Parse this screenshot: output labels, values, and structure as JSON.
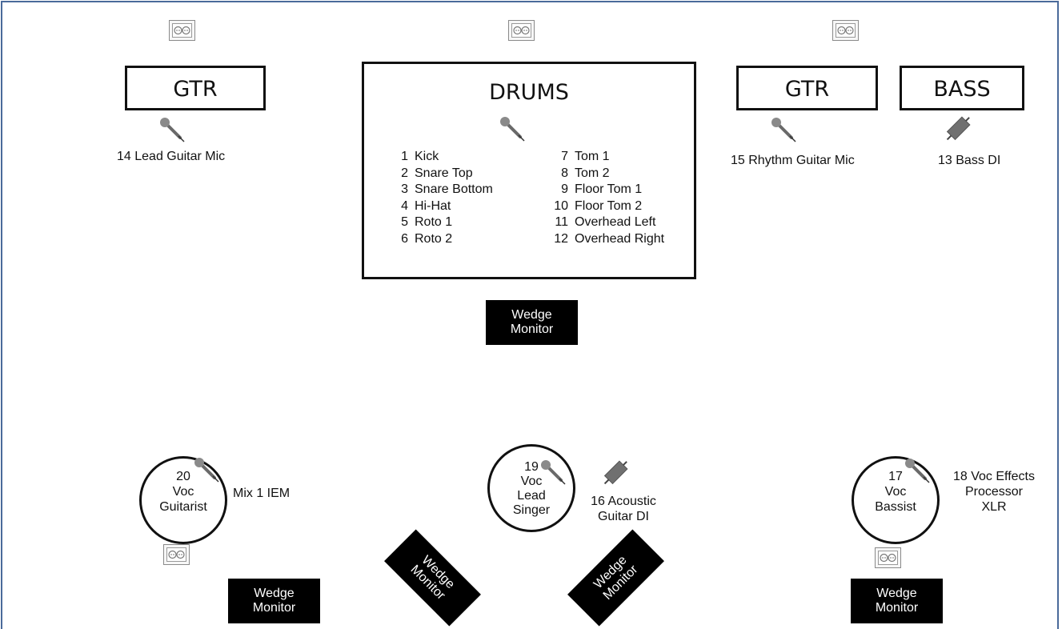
{
  "amps": {
    "gtr_left": "GTR",
    "drums": "DRUMS",
    "gtr_right": "GTR",
    "bass": "BASS"
  },
  "inputs": {
    "lead_guitar_mic": "14 Lead Guitar Mic",
    "rhythm_guitar_mic": "15 Rhythm Guitar Mic",
    "bass_di": "13 Bass DI",
    "acoustic_guitar_di": [
      "16 Acoustic",
      "Guitar DI"
    ],
    "voc_effects": [
      "18 Voc Effects",
      "Processor",
      "XLR"
    ],
    "iem": "Mix 1 IEM"
  },
  "drum_channels_left": [
    {
      "num": "1",
      "name": "Kick"
    },
    {
      "num": "2",
      "name": "Snare Top"
    },
    {
      "num": "3",
      "name": "Snare Bottom"
    },
    {
      "num": "4",
      "name": "Hi-Hat"
    },
    {
      "num": "5",
      "name": "Roto 1"
    },
    {
      "num": "6",
      "name": "Roto 2"
    }
  ],
  "drum_channels_right": [
    {
      "num": "7",
      "name": "Tom 1"
    },
    {
      "num": "8",
      "name": "Tom 2"
    },
    {
      "num": "9",
      "name": "Floor Tom 1"
    },
    {
      "num": "10",
      "name": "Floor Tom 2"
    },
    {
      "num": "11",
      "name": "Overhead Left"
    },
    {
      "num": "12",
      "name": "Overhead Right"
    }
  ],
  "vocals": {
    "guitarist": [
      "20",
      "Voc",
      "Guitarist"
    ],
    "lead": [
      "19",
      "Voc",
      "Lead",
      "Singer"
    ],
    "bassist": [
      "17",
      "Voc",
      "Bassist"
    ]
  },
  "wedge": [
    "Wedge",
    "Monitor"
  ],
  "colors": {
    "frame": "#4a6a9a",
    "wedge_fill": "#000000",
    "mic": "#7a7a7a",
    "di_box": "#6e6e6e"
  }
}
